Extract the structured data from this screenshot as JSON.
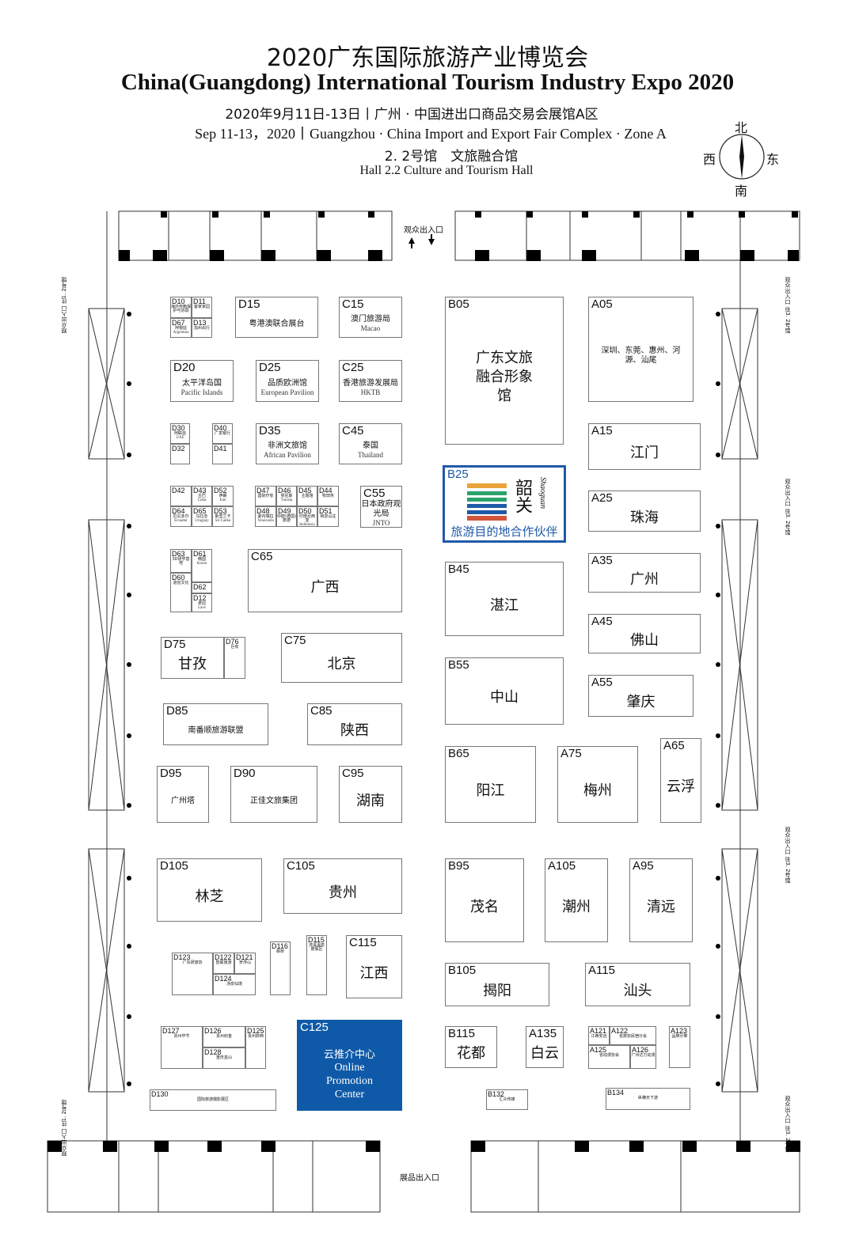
{
  "header": {
    "title_cn": "2020广东国际旅游产业博览会",
    "title_en": "China(Guangdong) International Tourism Industry Expo 2020",
    "date_cn": "2020年9月11日-13日丨广州 · 中国进出口商品交易会展馆A区",
    "date_en": "Sep 11-13，2020丨Guangzhou · China Import and Export Fair Complex · Zone A",
    "hall_cn": "2. 2号馆　文旅融合馆",
    "hall_en": "Hall 2.2 Culture and Tourism Hall"
  },
  "compass": {
    "north": "北",
    "south": "南",
    "west": "西",
    "east": "东"
  },
  "entrances": {
    "visitor_top": "观众出入口",
    "exhibit_bottom": "展品出入口",
    "side_left": "观众出入口 往1. 2号馆",
    "side_right": "观众出入口 往3. 2号馆"
  },
  "b25_logo": {
    "code": "B25",
    "brand": "韶关",
    "brand_en": "Shaoguan",
    "slogan": "旅游目的地合作伙伴",
    "colors": [
      "#e8a33a",
      "#2aa36b",
      "#1f5aa6",
      "#d2553a"
    ]
  },
  "booths": [
    {
      "code": "D10",
      "name": "海外侨胞保护与协调"
    },
    {
      "code": "D11",
      "name": "客家家园"
    },
    {
      "code": "D67",
      "name": "阿根廷",
      "en": "Argentina"
    },
    {
      "code": "D13",
      "name": "加州出行"
    },
    {
      "code": "D15",
      "name": "粤港澳联合展台"
    },
    {
      "code": "C15",
      "name": "澳门旅游局",
      "en": "Macao"
    },
    {
      "code": "D20",
      "name": "太平洋岛国",
      "en": "Pacific Islands"
    },
    {
      "code": "D25",
      "name": "品质欧洲馆",
      "en": "European Pavilion"
    },
    {
      "code": "C25",
      "name": "香港旅游发展局",
      "en": "HKTB"
    },
    {
      "code": "D30",
      "name": "阿联酋",
      "en": "UAE"
    },
    {
      "code": "D32",
      "name": ""
    },
    {
      "code": "D40",
      "name": "广发银行"
    },
    {
      "code": "D41",
      "name": ""
    },
    {
      "code": "D35",
      "name": "非洲文旅馆",
      "en": "African Pavilion"
    },
    {
      "code": "C45",
      "name": "泰国",
      "en": "Thailand"
    },
    {
      "code": "D42",
      "name": ""
    },
    {
      "code": "D43",
      "name": "古巴",
      "en": "Cuba"
    },
    {
      "code": "D52",
      "name": "伊朗",
      "en": "Iran"
    },
    {
      "code": "D64",
      "name": "厄瓜多尔",
      "en": "Ecuador"
    },
    {
      "code": "D65",
      "name": "乌拉圭",
      "en": "Uruguay"
    },
    {
      "code": "D53",
      "name": "斯里兰卡",
      "en": "Sri Lanka"
    },
    {
      "code": "D47",
      "name": "国际疗愈"
    },
    {
      "code": "D46",
      "name": "突尼斯",
      "en": "Tunisia"
    },
    {
      "code": "D45",
      "name": "主题馆"
    },
    {
      "code": "D44",
      "name": "牧田务"
    },
    {
      "code": "D48",
      "name": "委内瑞拉",
      "en": "Venezuela"
    },
    {
      "code": "D49",
      "name": "中欧(德国)旅游"
    },
    {
      "code": "D50",
      "name": "印度尼西亚",
      "en": "Indonesia"
    },
    {
      "code": "D51",
      "name": "和泉山庄"
    },
    {
      "code": "C55",
      "name": "日本政府观光局",
      "en": "JNTO"
    },
    {
      "code": "D63",
      "name": "3D研学基地"
    },
    {
      "code": "D61",
      "name": "韩国",
      "en": "Korea"
    },
    {
      "code": "D60",
      "name": "道创文化"
    },
    {
      "code": "D62",
      "name": ""
    },
    {
      "code": "D12",
      "name": "老挝",
      "en": "Laos"
    },
    {
      "code": "C65",
      "name": "广西"
    },
    {
      "code": "D75",
      "name": "甘孜"
    },
    {
      "code": "D76",
      "name": "巨有"
    },
    {
      "code": "C75",
      "name": "北京"
    },
    {
      "code": "D85",
      "name": "南番顺旅游联盟"
    },
    {
      "code": "C85",
      "name": "陕西"
    },
    {
      "code": "D95",
      "name": "广州塔"
    },
    {
      "code": "D90",
      "name": "正佳文旅集团"
    },
    {
      "code": "C95",
      "name": "湖南"
    },
    {
      "code": "D105",
      "name": "林芝"
    },
    {
      "code": "C105",
      "name": "贵州"
    },
    {
      "code": "D123",
      "name": "广东研旅协"
    },
    {
      "code": "D122",
      "name": "智联旅游"
    },
    {
      "code": "D121",
      "name": "罗浮山"
    },
    {
      "code": "D124",
      "name": "汤泉仙境"
    },
    {
      "code": "D116",
      "name": "枫桥"
    },
    {
      "code": "D115",
      "name": "流溪温泉度假区"
    },
    {
      "code": "C115",
      "name": "江西"
    },
    {
      "code": "D127",
      "name": "贵州毕节"
    },
    {
      "code": "D126",
      "name": "贵州织金"
    },
    {
      "code": "D128",
      "name": "重庆巫山"
    },
    {
      "code": "D125",
      "name": "贵州黔西"
    },
    {
      "code": "D130",
      "name": "国际旅游摄影展区"
    },
    {
      "code": "C125",
      "name": "云推介中心",
      "en": "Online Promotion Center"
    },
    {
      "code": "B05",
      "name": "广东文旅融合形象馆"
    },
    {
      "code": "B45",
      "name": "湛江"
    },
    {
      "code": "B55",
      "name": "中山"
    },
    {
      "code": "B65",
      "name": "阳江"
    },
    {
      "code": "A75",
      "name": "梅州"
    },
    {
      "code": "A65",
      "name": "云浮"
    },
    {
      "code": "B95",
      "name": "茂名"
    },
    {
      "code": "A105",
      "name": "潮州"
    },
    {
      "code": "A95",
      "name": "清远"
    },
    {
      "code": "B105",
      "name": "揭阳"
    },
    {
      "code": "A115",
      "name": "汕头"
    },
    {
      "code": "B115",
      "name": "花都"
    },
    {
      "code": "A135",
      "name": "白云"
    },
    {
      "code": "A121",
      "name": "江西安远"
    },
    {
      "code": "A122",
      "name": "省旅协民宿分会"
    },
    {
      "code": "A125",
      "name": "省动漫协会"
    },
    {
      "code": "A126",
      "name": "广州达力动漫"
    },
    {
      "code": "A123",
      "name": "品牌引擎"
    },
    {
      "code": "B132",
      "name": "汇众传媒"
    },
    {
      "code": "B134",
      "name": "纵横天下游"
    },
    {
      "code": "A05",
      "name": "深圳、东莞、惠州、河源、汕尾"
    },
    {
      "code": "A15",
      "name": "江门"
    },
    {
      "code": "A25",
      "name": "珠海"
    },
    {
      "code": "A35",
      "name": "广州"
    },
    {
      "code": "A45",
      "name": "佛山"
    },
    {
      "code": "A55",
      "name": "肇庆"
    }
  ]
}
